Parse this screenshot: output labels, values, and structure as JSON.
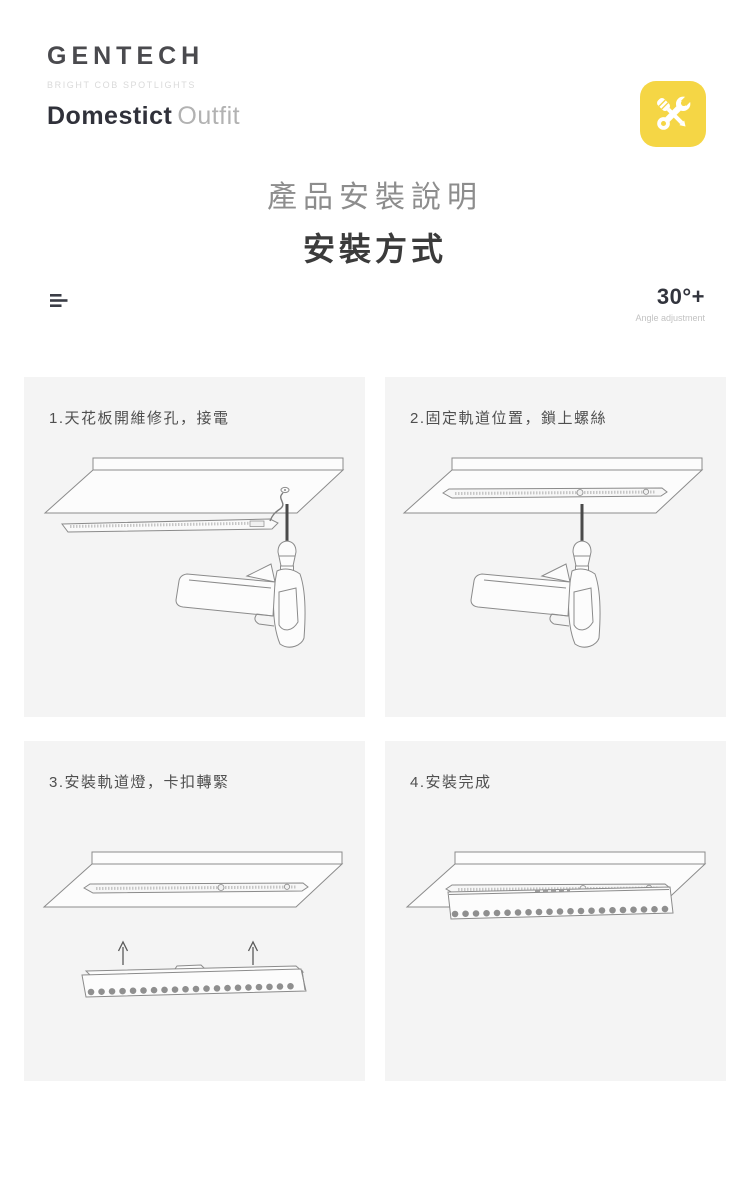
{
  "header": {
    "brand": "GENTECH",
    "tagline": "BRIGHT COB SPOTLIGHTS",
    "product_bold": "Domestict",
    "product_light": "Outfit"
  },
  "hero": {
    "title": "產品安裝說明",
    "subtitle": "安裝方式"
  },
  "meta": {
    "angle_value": "30°+",
    "angle_label": "Angle adjustment"
  },
  "steps": [
    {
      "label": "1.天花板開維修孔，接電",
      "illustration": "ceiling-hole-wiring-and-drill"
    },
    {
      "label": "2.固定軌道位置，鎖上螺絲",
      "illustration": "track-fixed-with-screws-drill"
    },
    {
      "label": "3.安裝軌道燈，卡扣轉緊",
      "illustration": "light-bar-clips-up-into-track"
    },
    {
      "label": "4.安裝完成",
      "illustration": "installation-complete"
    }
  ],
  "icons": {
    "tools_badge": "wrench-screwdriver-icon",
    "list_marker": "list-icon"
  },
  "colors": {
    "accent_yellow": "#F5D645",
    "panel_bg": "#F4F4F4",
    "sketch_line": "#8B8B8B"
  }
}
